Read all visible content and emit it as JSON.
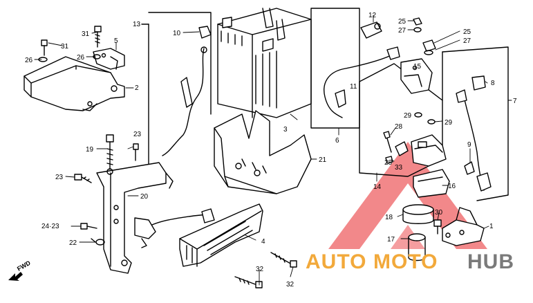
{
  "callouts": {
    "c1": "1",
    "c2": "2",
    "c3": "3",
    "c4": "4",
    "c5": "5",
    "c6": "6",
    "c7": "7",
    "c8": "8",
    "c9": "9",
    "c10": "10",
    "c11": "11",
    "c12": "12",
    "c13": "13",
    "c14": "14",
    "c15": "15",
    "c16": "16",
    "c17": "17",
    "c18": "18",
    "c19": "19",
    "c20": "20",
    "c21": "21",
    "c22": "22",
    "c23a": "23",
    "c23b": "23",
    "c2423": "24·23",
    "c25a": "25",
    "c25b": "25",
    "c26a": "26",
    "c26b": "26",
    "c27a": "27",
    "c27b": "27",
    "c28a": "28",
    "c28b": "28",
    "c29a": "29",
    "c29b": "29",
    "c30": "30",
    "c31a": "31",
    "c31b": "31",
    "c32a": "32",
    "c32b": "32",
    "c33": "33"
  },
  "fwd_label": "FWD",
  "watermark": {
    "auto": "AUTO",
    "moto": "MOTO",
    "hub": "HUB",
    "color_auto": "#f2a93b",
    "color_hub": "#7a7a7a",
    "color_triangle": "#e8262a"
  }
}
